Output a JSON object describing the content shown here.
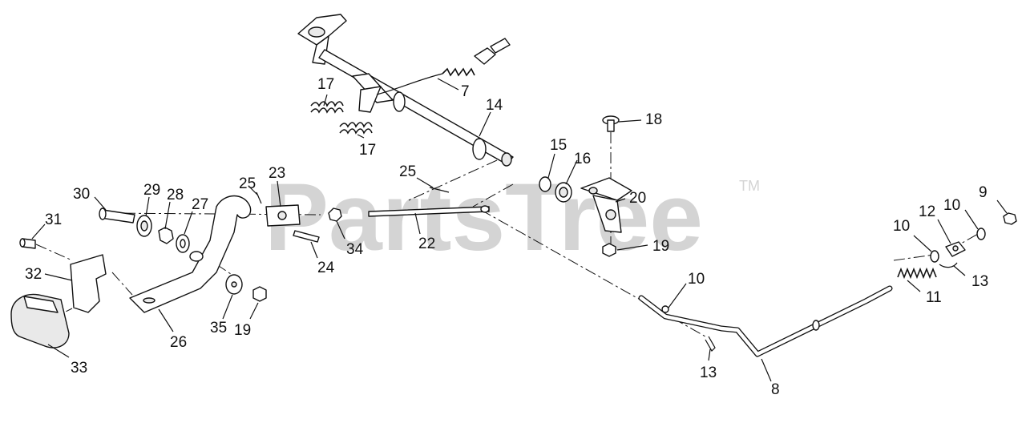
{
  "watermark": {
    "text": "PartsTree",
    "trademark": "TM"
  },
  "callouts": {
    "c7": "7",
    "c14": "14",
    "c17a": "17",
    "c17b": "17",
    "c18": "18",
    "c15": "15",
    "c16": "16",
    "c20": "20",
    "c19a": "19",
    "c25a": "25",
    "c23": "23",
    "c25b": "25",
    "c30": "30",
    "c29": "29",
    "c28": "28",
    "c27": "27",
    "c31": "31",
    "c34": "34",
    "c22": "22",
    "c24": "24",
    "c32": "32",
    "c26": "26",
    "c35": "35",
    "c19b": "19",
    "c33": "33",
    "c9": "9",
    "c10a": "10",
    "c12": "12",
    "c10b": "10",
    "c13a": "13",
    "c11": "11",
    "c10c": "10",
    "c13b": "13",
    "c8": "8"
  }
}
